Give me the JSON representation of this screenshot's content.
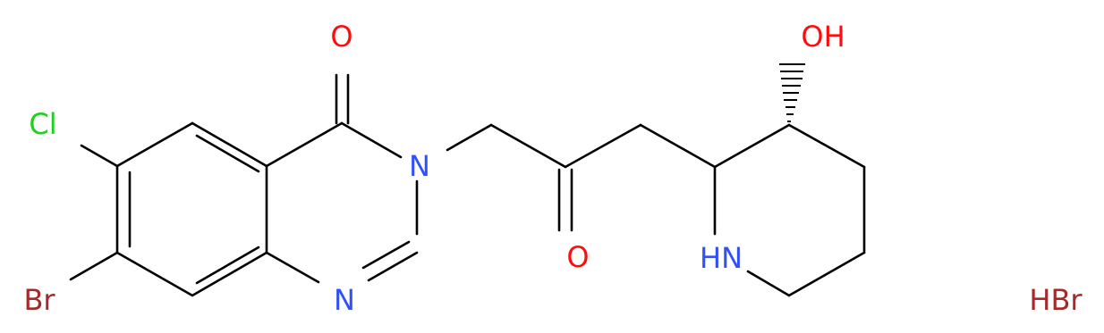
{
  "molecule": {
    "atoms": {
      "O_ketone_top": {
        "text": "O",
        "color": "#ff0d0d"
      },
      "Cl": {
        "text": "Cl",
        "color": "#1fd01f"
      },
      "N3": {
        "text": "N",
        "color": "#3050f8"
      },
      "Br": {
        "text": "Br",
        "color": "#a62929"
      },
      "N1": {
        "text": "N",
        "color": "#3050f8"
      },
      "O_chain": {
        "text": "O",
        "color": "#ff0d0d"
      },
      "OH": {
        "text": "OH",
        "color": "#ff0d0d"
      },
      "NH": {
        "text": "HN",
        "color": "#3050f8"
      }
    },
    "counterion": {
      "text": "HBr",
      "color": "#a62929"
    },
    "bond_color": "#000000"
  }
}
